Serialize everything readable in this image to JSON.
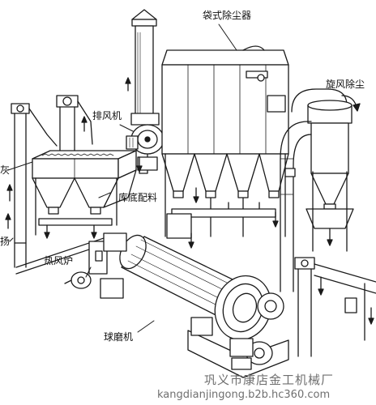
{
  "labels": {
    "bag_dust_collector": "袋式除尘器",
    "cyclone_dust_collector": "旋风除尘",
    "exhaust_fan": "排风机",
    "ash_left": "灰",
    "warehouse_batching": "库底配料",
    "lift_left": "扬",
    "hot_air_furnace": "热风炉",
    "ball_mill": "球磨机"
  },
  "watermark": {
    "company": "巩义市康店金工机械厂",
    "url": "kangdianjingong.b2b.hc360.com"
  }
}
